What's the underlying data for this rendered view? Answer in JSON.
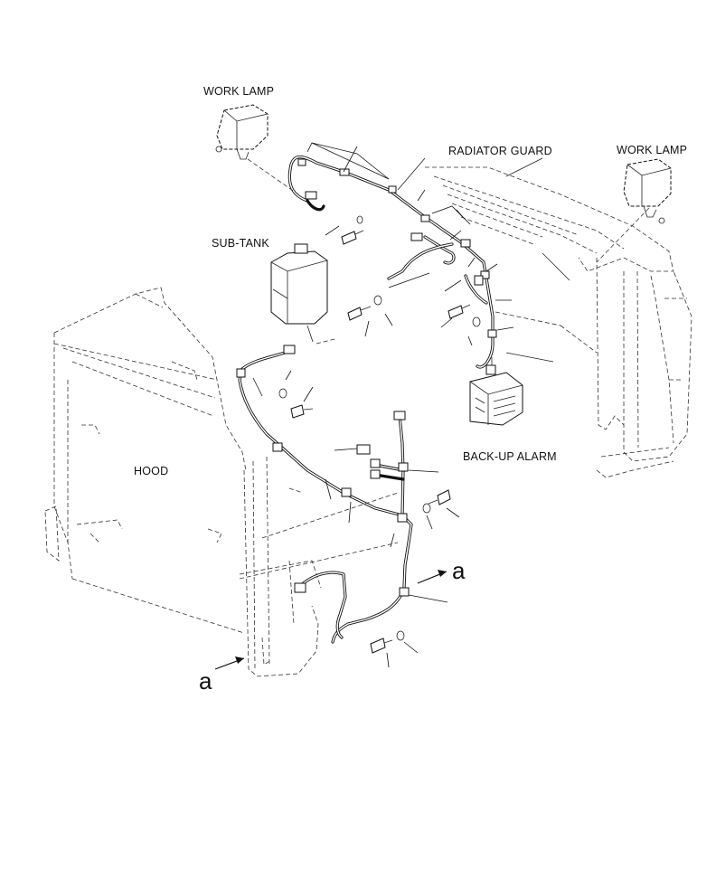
{
  "labels": {
    "work_lamp_left": "WORK LAMP",
    "work_lamp_right": "WORK LAMP",
    "radiator_guard": "RADIATOR GUARD",
    "sub_tank": "SUB-TANK",
    "hood": "HOOD",
    "back_up_alarm": "BACK-UP ALARM"
  },
  "view_refs": {
    "right_arrow": "a",
    "left_arrow": "a"
  }
}
